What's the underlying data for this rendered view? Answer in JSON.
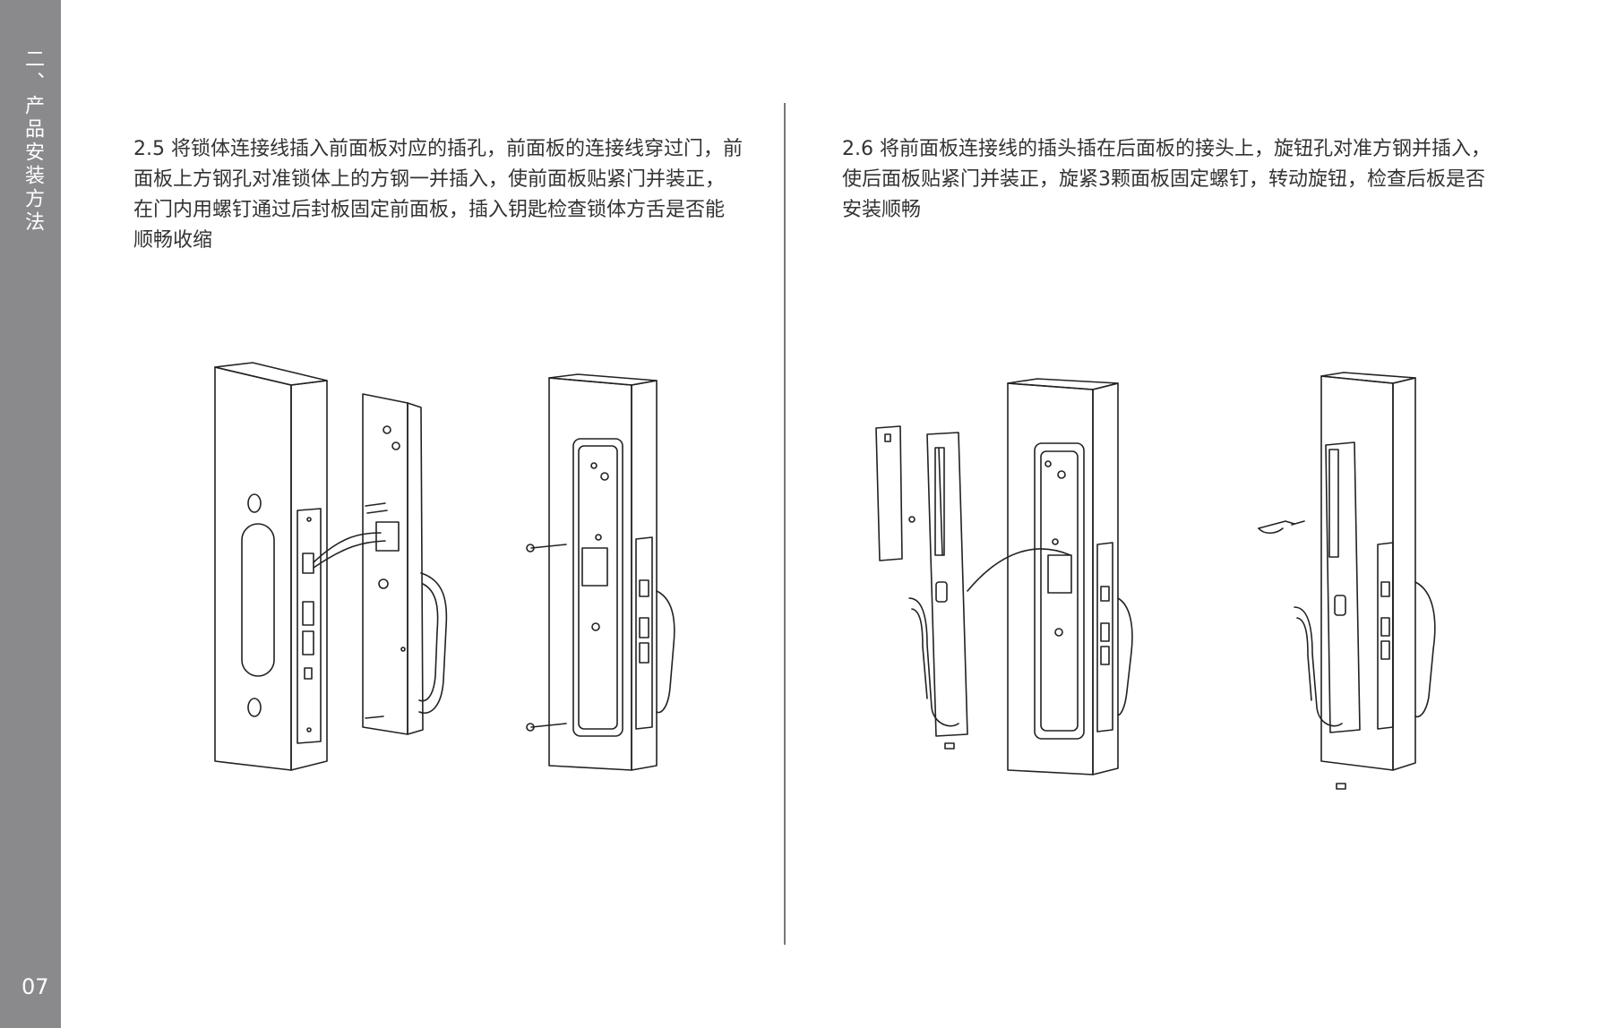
{
  "sidebar": {
    "section_title": "二、产品安装方法",
    "page_number": "07"
  },
  "steps": [
    {
      "text": "2.5 将锁体连接线插入前面板对应的插孔，前面板的连接线穿过门，前面板上方钢孔对准锁体上的方钢一并插入，使前面板贴紧门并装正，在门内用螺钉通过后封板固定前面板，插入钥匙检查锁体方舌是否能顺畅收缩"
    },
    {
      "text": "2.6 将前面板连接线的插头插在后面板的接头上，旋钮孔对准方钢并插入，使后面板贴紧门并装正，旋紧3颗面板固定螺钉，转动旋钮，检查后板是否安装顺畅"
    }
  ],
  "colors": {
    "sidebar": "#8a8a8c",
    "text": "#333333",
    "line": "#222222"
  }
}
